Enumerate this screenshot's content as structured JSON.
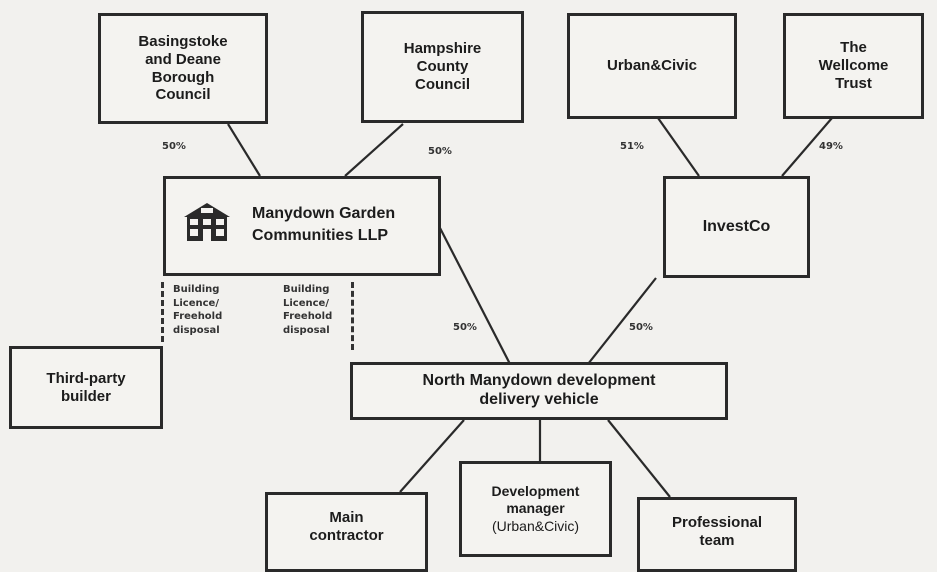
{
  "nodes": {
    "basingstoke": "Basingstoke\nand Deane\nBorough\nCouncil",
    "hampshire": "Hampshire\nCounty\nCouncil",
    "urbancivic": "Urban&Civic",
    "wellcome": "The\nWellcome\nTrust",
    "manydown_llp": "Manydown Garden\nCommunities LLP",
    "investco": "InvestCo",
    "third_party": "Third-party\nbuilder",
    "delivery_vehicle": "North Manydown development\ndelivery vehicle",
    "main_contractor": "Main\ncontractor",
    "dev_manager_title": "Development\nmanager",
    "dev_manager_sub": "(Urban&Civic)",
    "professional_team": "Professional\nteam"
  },
  "links": {
    "basingstoke_llp": "50%",
    "hampshire_llp": "50%",
    "urbancivic_investco": "51%",
    "wellcome_investco": "49%",
    "llp_vehicle": "50%",
    "investco_vehicle": "50%"
  },
  "notes": {
    "left": "Building\nLicence/\nFreehold\ndisposal",
    "right": "Building\nLicence/\nFreehold\ndisposal"
  },
  "icons": {
    "llp_logo": "house-icon"
  }
}
